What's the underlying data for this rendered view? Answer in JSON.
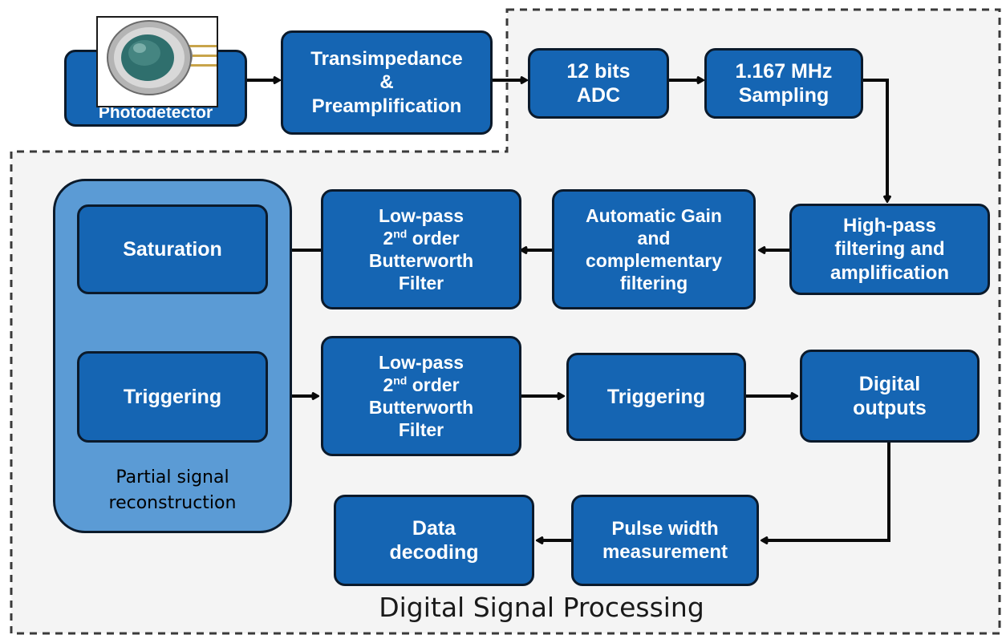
{
  "diagram": {
    "title": "Digital Signal Processing",
    "photodetector": {
      "label": "Photodetector",
      "image": "photodetector-photo"
    },
    "blocks": {
      "transimpedance": [
        "Transimpedance",
        "&",
        "Preamplification"
      ],
      "adc": [
        "12 bits",
        "ADC"
      ],
      "sampling": [
        "1.167 MHz",
        "Sampling"
      ],
      "highpass": [
        "High-pass",
        "filtering and",
        "amplification"
      ],
      "agc": [
        "Automatic Gain",
        "and",
        "complementary",
        "filtering"
      ],
      "lowpass_top": {
        "line1": "Low-pass",
        "order_num": "2",
        "order_sup": "nd",
        "order_rest": " order",
        "line3": "Butterworth",
        "line4": "Filter"
      },
      "saturation": [
        "Saturation"
      ],
      "triggering_left": [
        "Triggering"
      ],
      "lowpass_bottom": {
        "line1": "Low-pass",
        "order_num": "2",
        "order_sup": "nd",
        "order_rest": " order",
        "line3": "Butterworth",
        "line4": "Filter"
      },
      "triggering_mid": [
        "Triggering"
      ],
      "digital_outputs": [
        "Digital",
        "outputs"
      ],
      "pulse_width": [
        "Pulse width",
        "measurement"
      ],
      "data_decoding": [
        "Data",
        "decoding"
      ]
    },
    "partial_group": {
      "label": [
        "Partial signal",
        "reconstruction"
      ]
    },
    "colors": {
      "block_fill": "#1565b3",
      "block_border": "#0b1a2b",
      "group_fill": "#5b9bd5",
      "region_fill": "#f4f4f4",
      "region_border": "#3a3a3a",
      "arrow": "#0a0a0a"
    }
  }
}
